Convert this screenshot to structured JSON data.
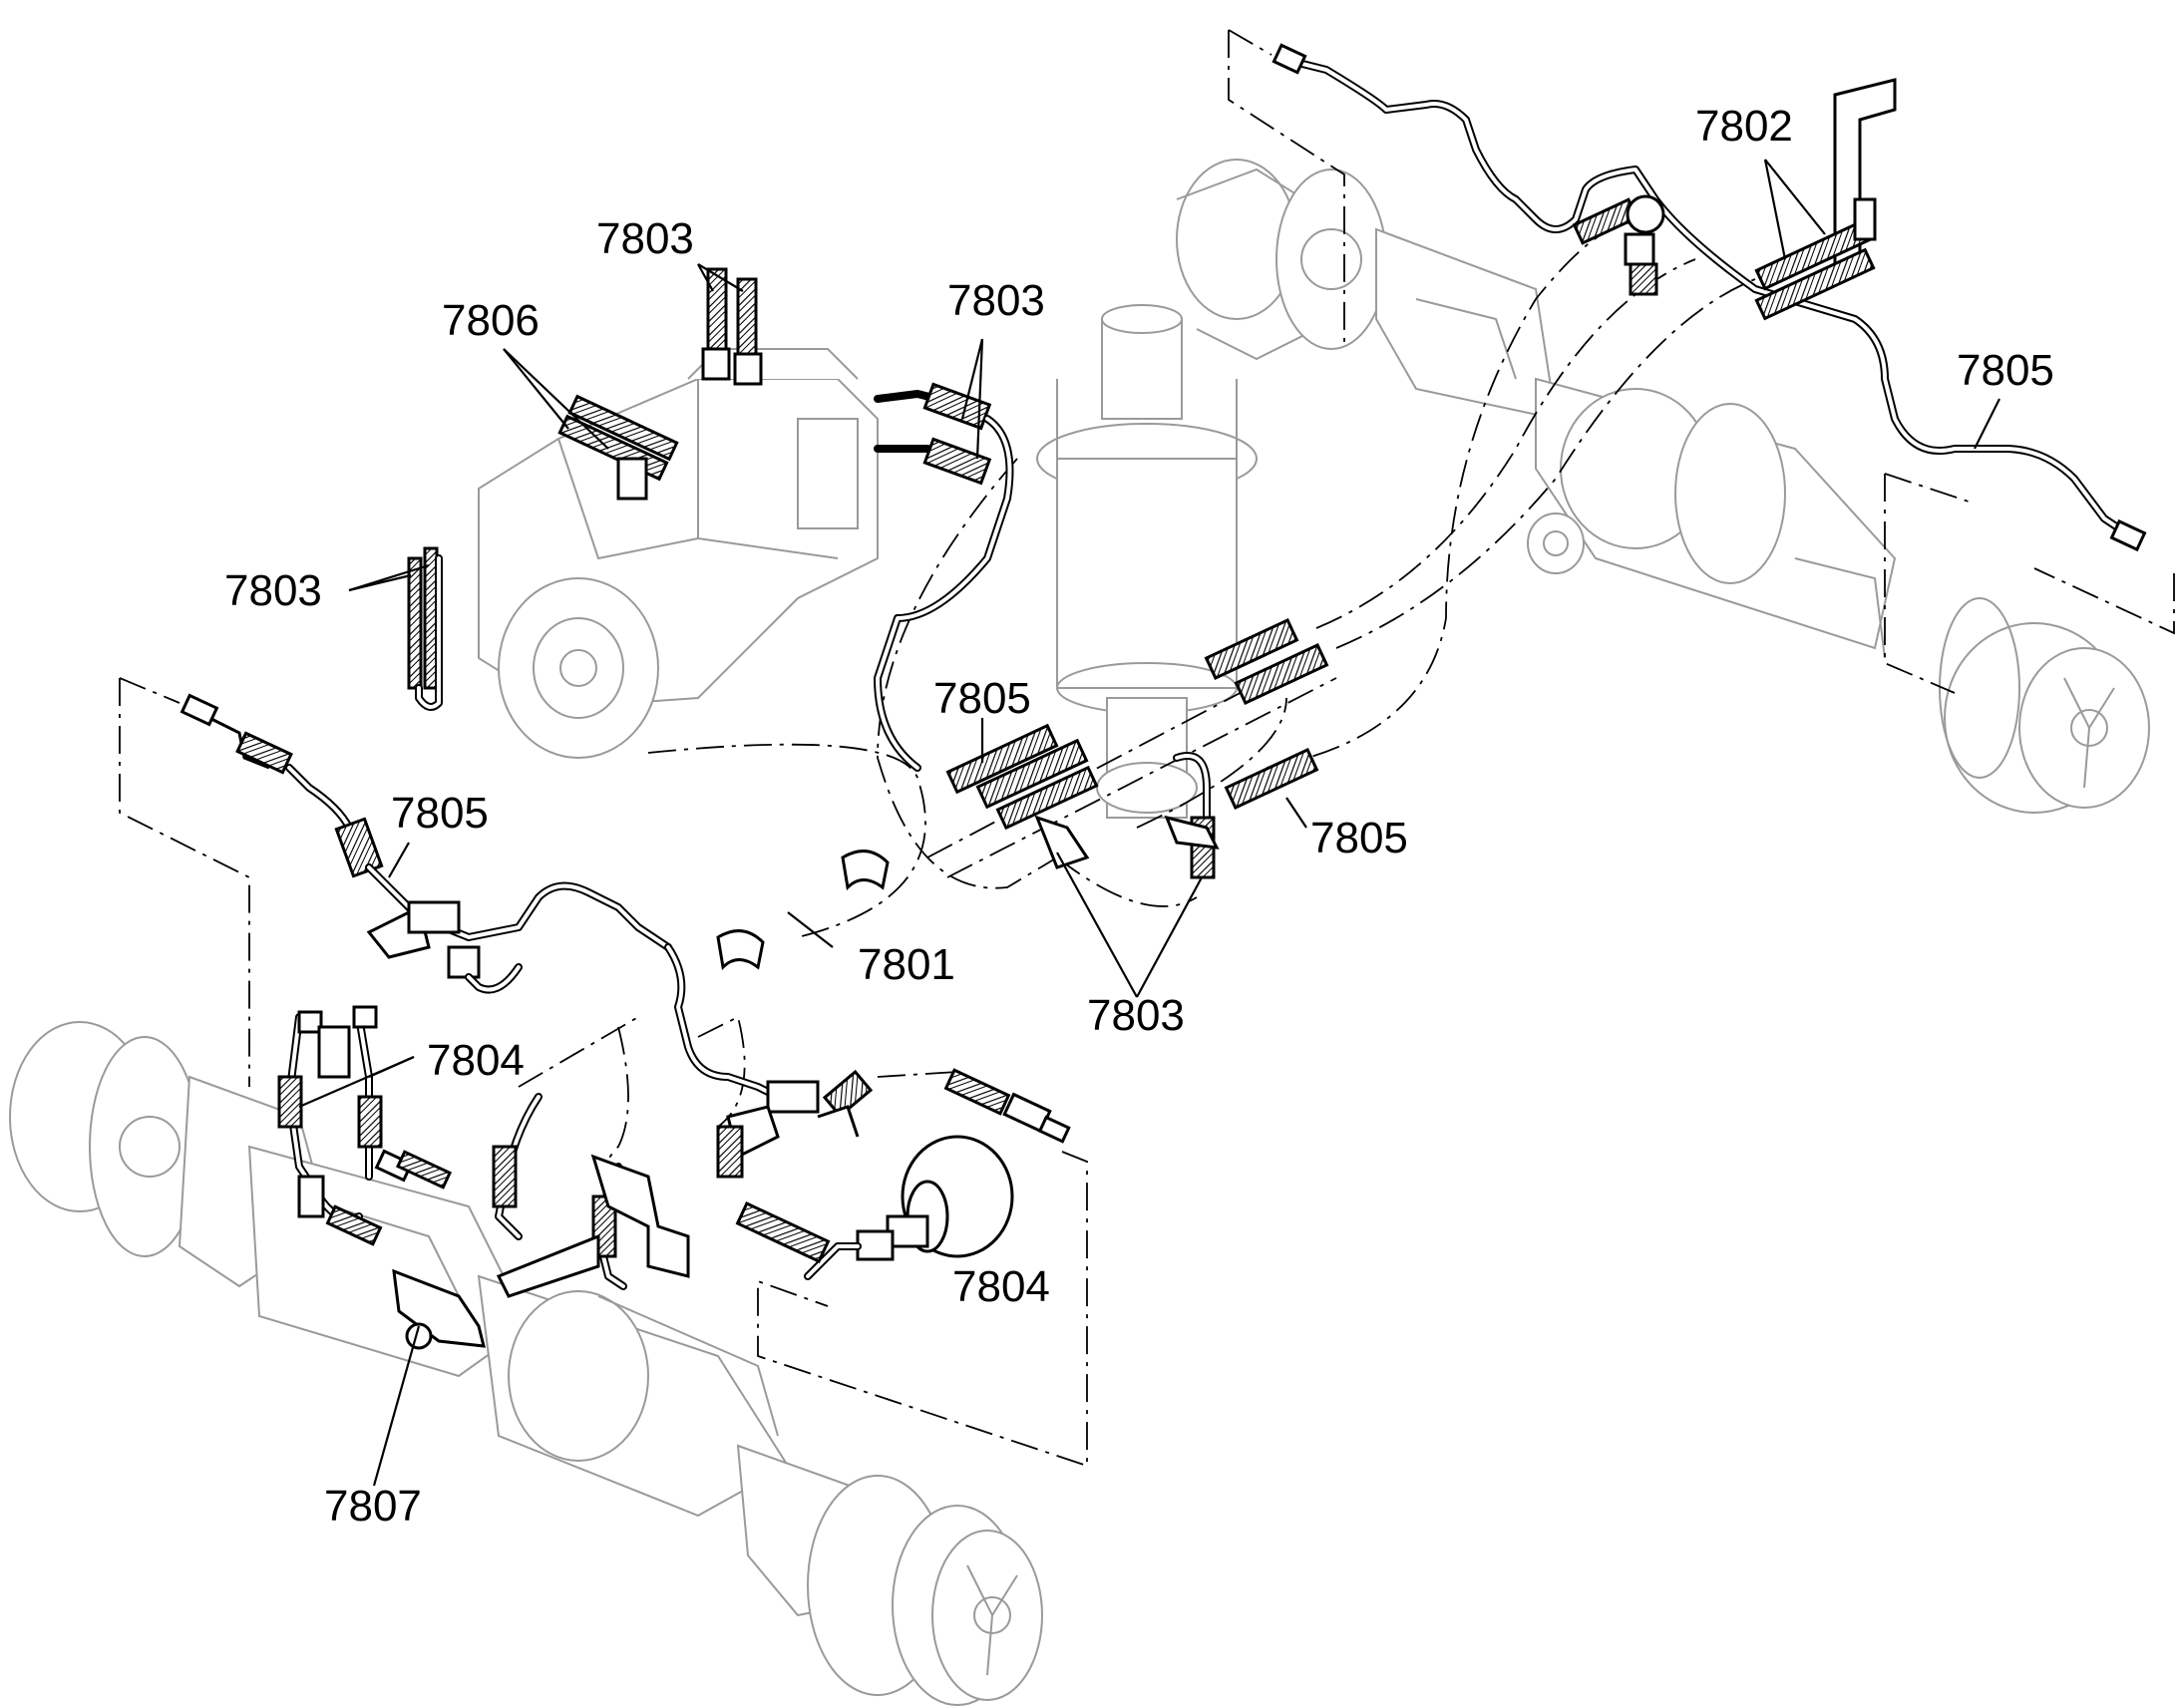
{
  "callouts": [
    {
      "id": "c1",
      "label": "7803"
    },
    {
      "id": "c2",
      "label": "7806"
    },
    {
      "id": "c3",
      "label": "7803"
    },
    {
      "id": "c4",
      "label": "7803"
    },
    {
      "id": "c5",
      "label": "7802"
    },
    {
      "id": "c6",
      "label": "7805"
    },
    {
      "id": "c7",
      "label": "7805"
    },
    {
      "id": "c8",
      "label": "7805"
    },
    {
      "id": "c9",
      "label": "7805"
    },
    {
      "id": "c10",
      "label": "7801"
    },
    {
      "id": "c11",
      "label": "7803"
    },
    {
      "id": "c12",
      "label": "7804"
    },
    {
      "id": "c13",
      "label": "7804"
    },
    {
      "id": "c14",
      "label": "7807"
    }
  ],
  "colors": {
    "line": "#000000",
    "component_outline": "#9a9a9a",
    "background": "#ffffff"
  }
}
